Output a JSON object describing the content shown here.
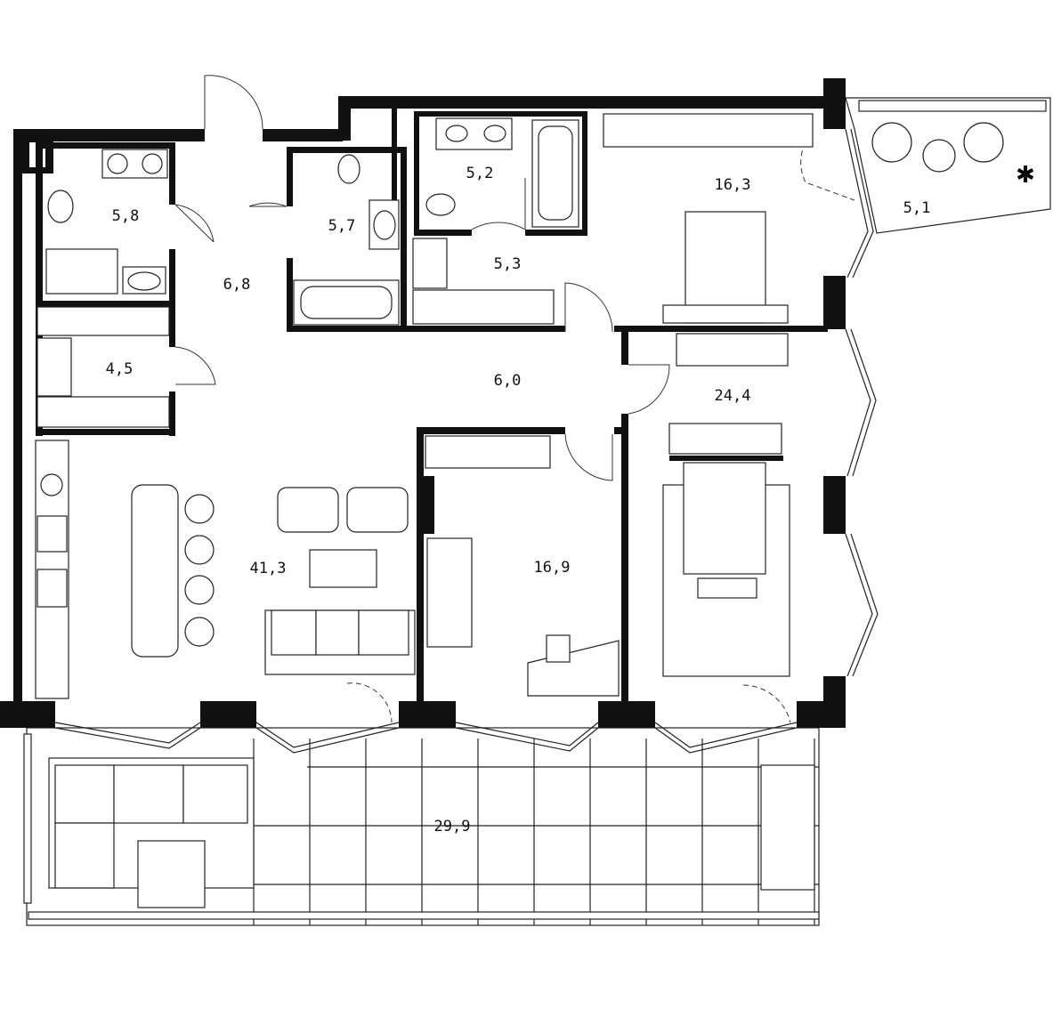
{
  "plan": {
    "rooms": [
      {
        "id": "bathroom-1",
        "area": "5,8"
      },
      {
        "id": "hallway",
        "area": "6,8"
      },
      {
        "id": "bathroom-2",
        "area": "5,7"
      },
      {
        "id": "bathroom-3",
        "area": "5,2"
      },
      {
        "id": "wardrobe-1",
        "area": "5,3"
      },
      {
        "id": "bedroom-1",
        "area": "16,3"
      },
      {
        "id": "balcony",
        "area": "5,1"
      },
      {
        "id": "wardrobe-2",
        "area": "4,5"
      },
      {
        "id": "corridor",
        "area": "6,0"
      },
      {
        "id": "bedroom-master",
        "area": "24,4"
      },
      {
        "id": "living-kitchen",
        "area": "41,3"
      },
      {
        "id": "bedroom-2",
        "area": "16,9"
      },
      {
        "id": "terrace",
        "area": "29,9"
      }
    ]
  }
}
